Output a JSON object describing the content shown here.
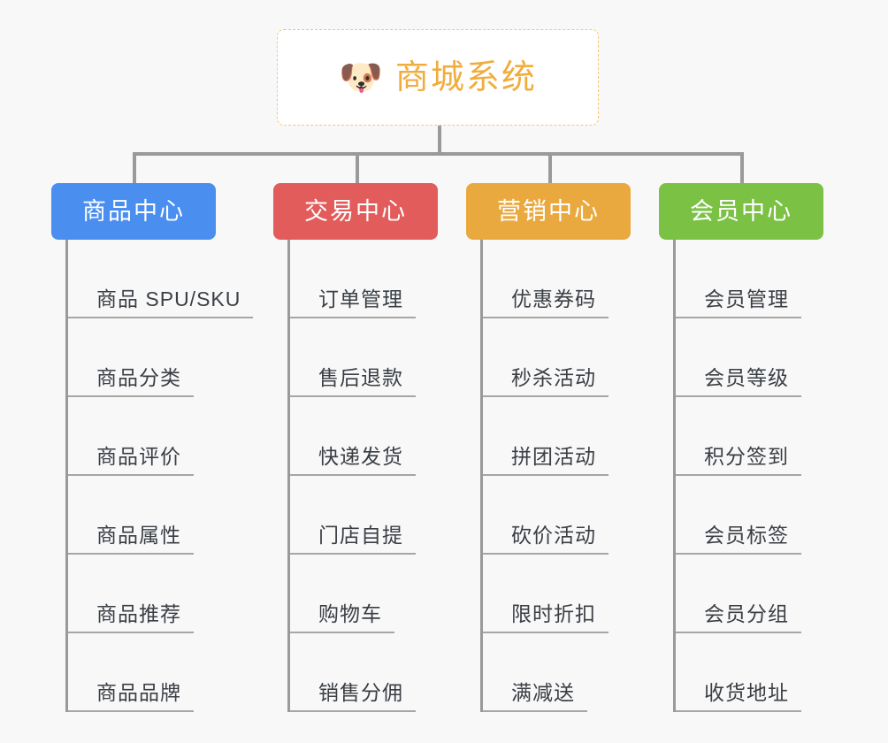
{
  "diagram": {
    "type": "mind-map",
    "background_color": "#f8f8f9",
    "connector_color": "#9a9a9a"
  },
  "root": {
    "icon": "dog-face-icon",
    "icon_glyph": "🐶",
    "title": "商城系统",
    "text_color": "#f0ad3e",
    "border_color": "#f0c77a",
    "background_color": "#ffffff"
  },
  "categories": [
    {
      "label": "商品中心",
      "color": "#4a8ef0",
      "items": [
        "商品 SPU/SKU",
        "商品分类",
        "商品评价",
        "商品属性",
        "商品推荐",
        "商品品牌"
      ]
    },
    {
      "label": "交易中心",
      "color": "#e25c5c",
      "items": [
        "订单管理",
        "售后退款",
        "快递发货",
        "门店自提",
        "购物车",
        "销售分佣"
      ]
    },
    {
      "label": "营销中心",
      "color": "#eaa93e",
      "items": [
        "优惠券码",
        "秒杀活动",
        "拼团活动",
        "砍价活动",
        "限时折扣",
        "满减送"
      ]
    },
    {
      "label": "会员中心",
      "color": "#7ac144",
      "items": [
        "会员管理",
        "会员等级",
        "积分签到",
        "会员标签",
        "会员分组",
        "收货地址"
      ]
    }
  ]
}
